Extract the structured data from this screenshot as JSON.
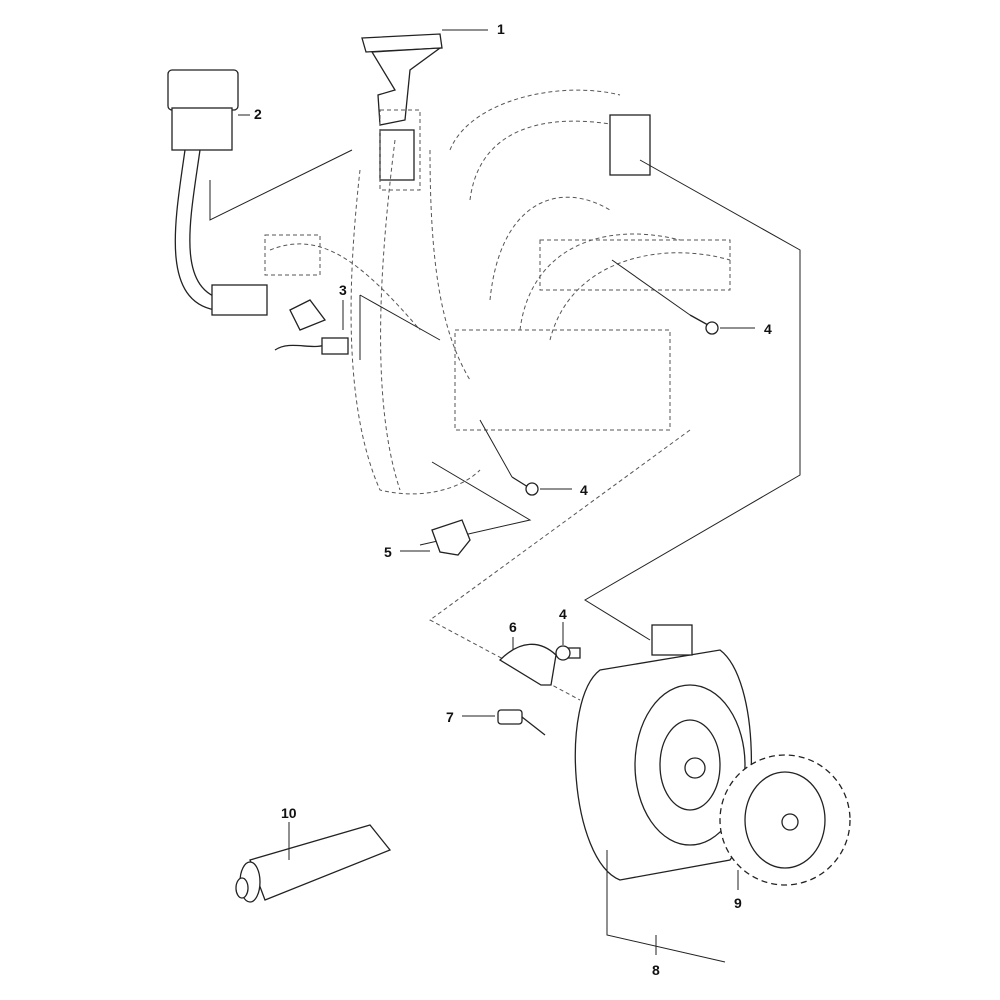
{
  "diagram": {
    "type": "exploded-parts-view",
    "callouts": [
      {
        "id": "c1",
        "label": "1"
      },
      {
        "id": "c2",
        "label": "2"
      },
      {
        "id": "c3",
        "label": "3"
      },
      {
        "id": "c4a",
        "label": "4"
      },
      {
        "id": "c4b",
        "label": "4"
      },
      {
        "id": "c5",
        "label": "5"
      },
      {
        "id": "c6",
        "label": "6"
      },
      {
        "id": "c4c",
        "label": "4"
      },
      {
        "id": "c7",
        "label": "7"
      },
      {
        "id": "c10",
        "label": "10"
      },
      {
        "id": "c9",
        "label": "9"
      },
      {
        "id": "c8",
        "label": "8"
      }
    ]
  }
}
